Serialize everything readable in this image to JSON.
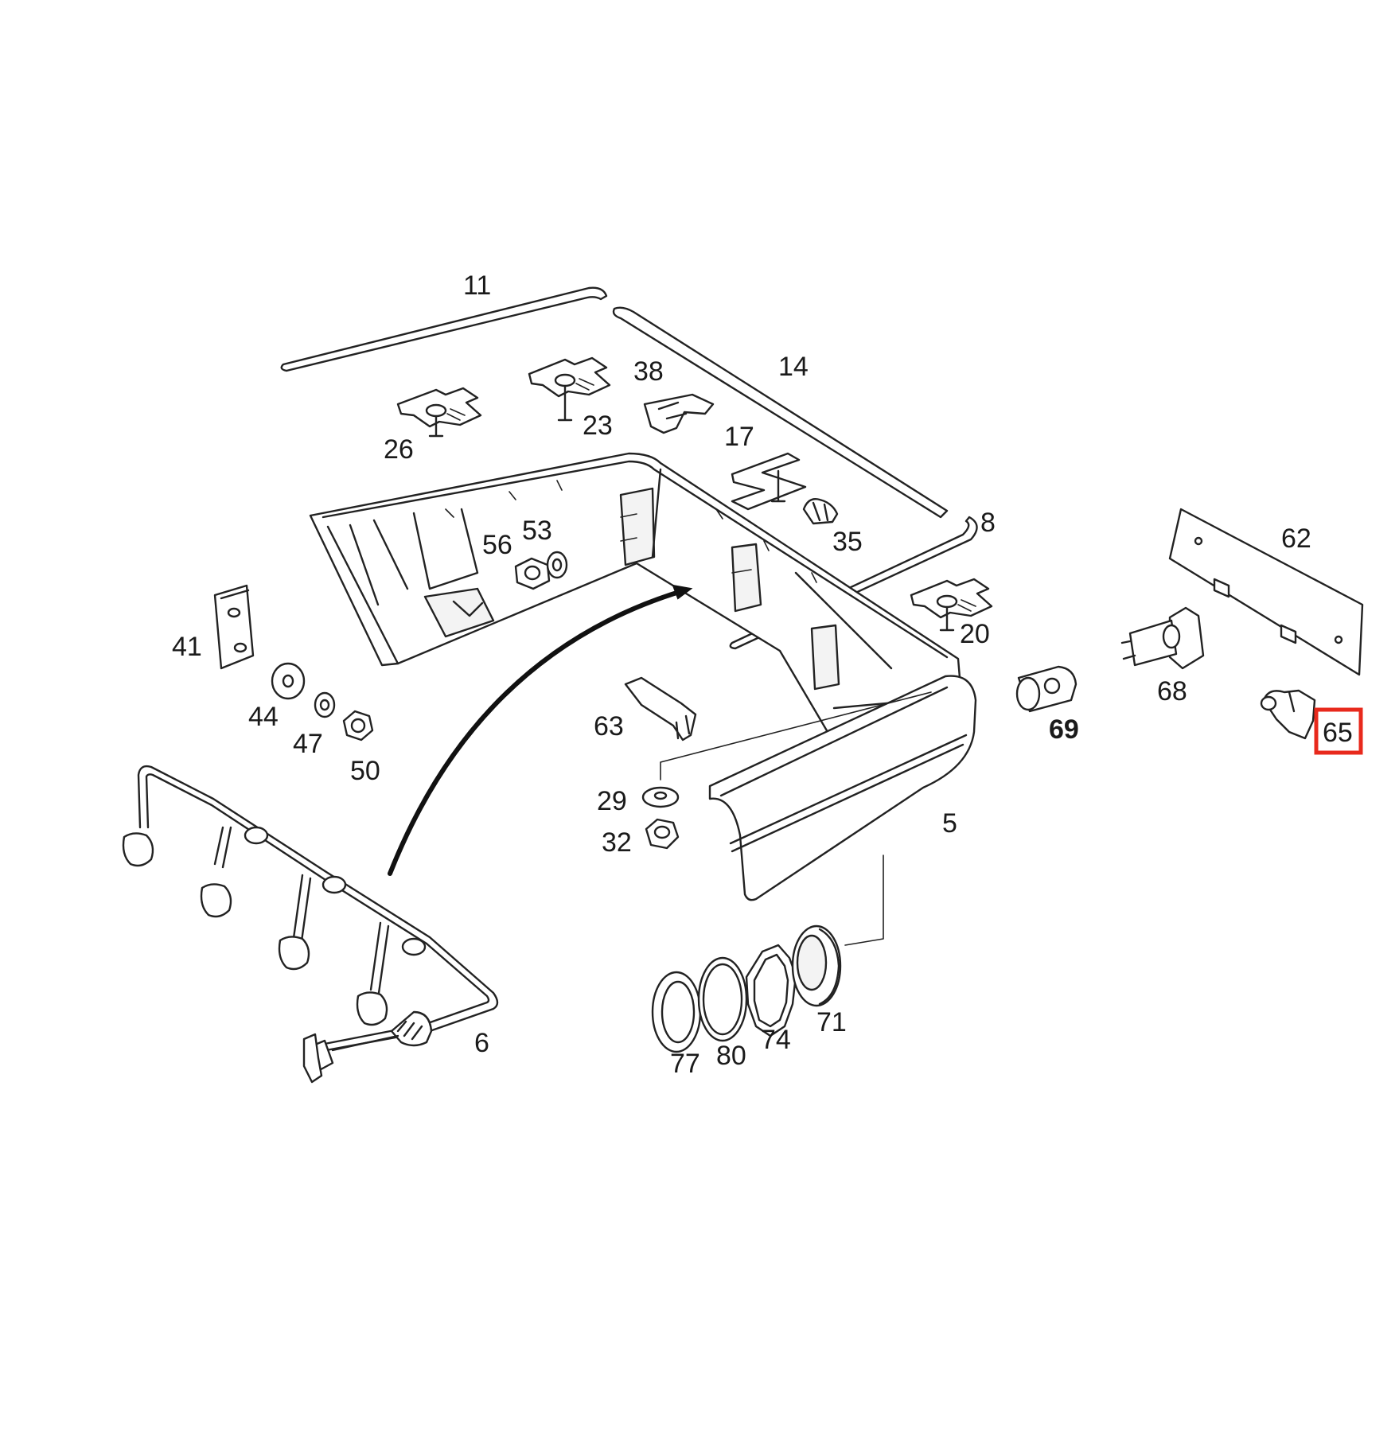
{
  "labels": {
    "p11": "11",
    "p14": "14",
    "p38": "38",
    "p23": "23",
    "p26": "26",
    "p17": "17",
    "p35": "35",
    "p8": "8",
    "p62": "62",
    "p56": "56",
    "p53": "53",
    "p20": "20",
    "p41": "41",
    "p68": "68",
    "p69": "69",
    "p44": "44",
    "p47": "47",
    "p50": "50",
    "p63": "63",
    "p65": "65",
    "p29": "29",
    "p32": "32",
    "p5": "5",
    "p6": "6",
    "p71": "71",
    "p74": "74",
    "p77": "77",
    "p80": "80"
  },
  "highlight": {
    "part": "65",
    "color": "#e8291c"
  }
}
